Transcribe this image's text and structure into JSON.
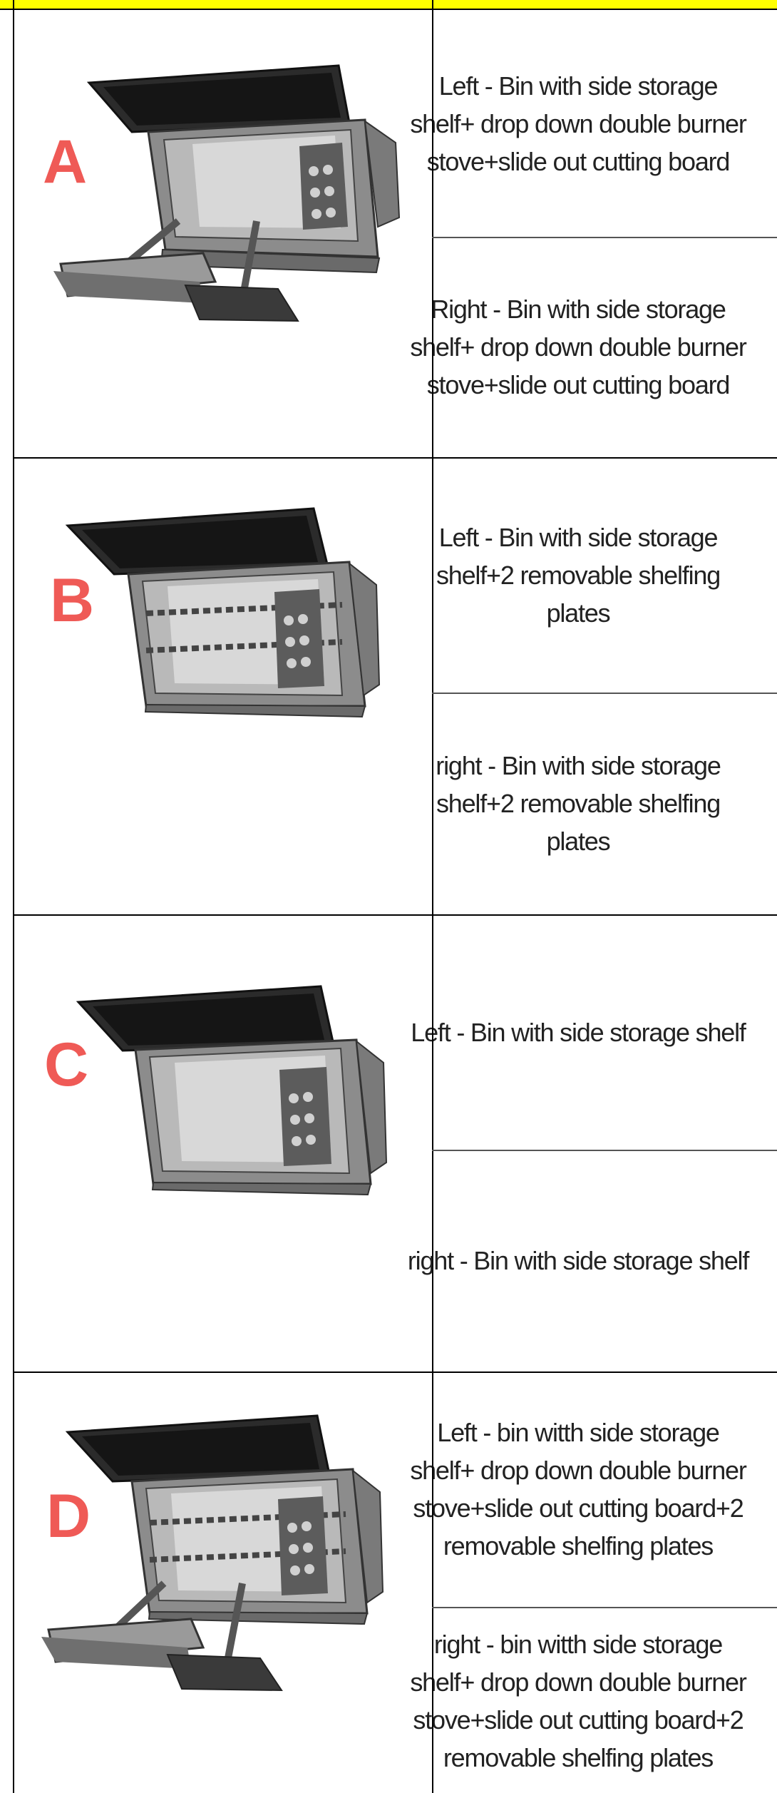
{
  "table": {
    "rows": [
      {
        "letter": "A",
        "illustration": "bin-with-stove-and-cutting-board",
        "left_text": "Left - Bin with side storage shelf+ drop down double burner stove+slide out cutting board",
        "right_text": "Right - Bin with side storage shelf+ drop down double burner stove+slide out cutting board"
      },
      {
        "letter": "B",
        "illustration": "bin-with-shelving-plates",
        "left_text": "Left - Bin with side storage shelf+2 removable shelfing plates",
        "right_text": "right -  Bin with side storage shelf+2 removable shelfing plates"
      },
      {
        "letter": "C",
        "illustration": "bin-with-side-storage",
        "left_text": "Left - Bin with side storage shelf",
        "right_text": "right - Bin with side storage shelf"
      },
      {
        "letter": "D",
        "illustration": "bin-with-stove-and-shelving-plates",
        "left_text": "Left - bin witth side storage shelf+ drop down double burner stove+slide out cutting board+2 removable shelfing plates",
        "right_text": "right - bin witth side storage shelf+ drop down double burner stove+slide out cutting board+2 removable shelfing plates"
      }
    ]
  },
  "colors": {
    "header_fill": "#ffff00",
    "letter_color": "#ef5a56",
    "grid_line": "#000000"
  }
}
